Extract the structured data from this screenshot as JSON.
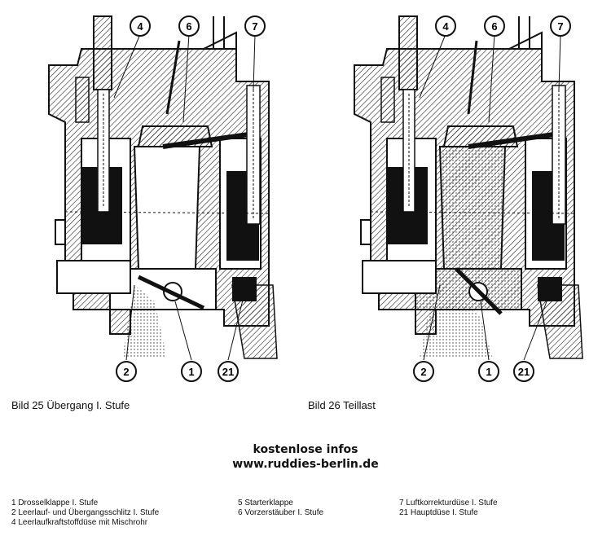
{
  "figures": [
    {
      "caption": "Bild 25 Übergang I. Stufe",
      "callouts": [
        "4",
        "6",
        "7",
        "2",
        "1",
        "21"
      ]
    },
    {
      "caption": "Bild 26 Teillast",
      "callouts": [
        "4",
        "6",
        "7",
        "2",
        "1",
        "21"
      ]
    }
  ],
  "promo": {
    "line1": "kostenlose infos",
    "line2": "www.ruddies-berlin.de"
  },
  "legend": {
    "col1": [
      "1  Drosselklappe I. Stufe",
      "2  Leerlauf- und Übergangsschlitz I. Stufe",
      "4  Leerlaufkraftstoffdüse mit Mischrohr"
    ],
    "col2": [
      "5  Starterklappe",
      "6  Vorzerstäuber I. Stufe"
    ],
    "col3": [
      "7  Luftkorrekturdüse I. Stufe",
      "21  Hauptdüse I. Stufe"
    ]
  }
}
